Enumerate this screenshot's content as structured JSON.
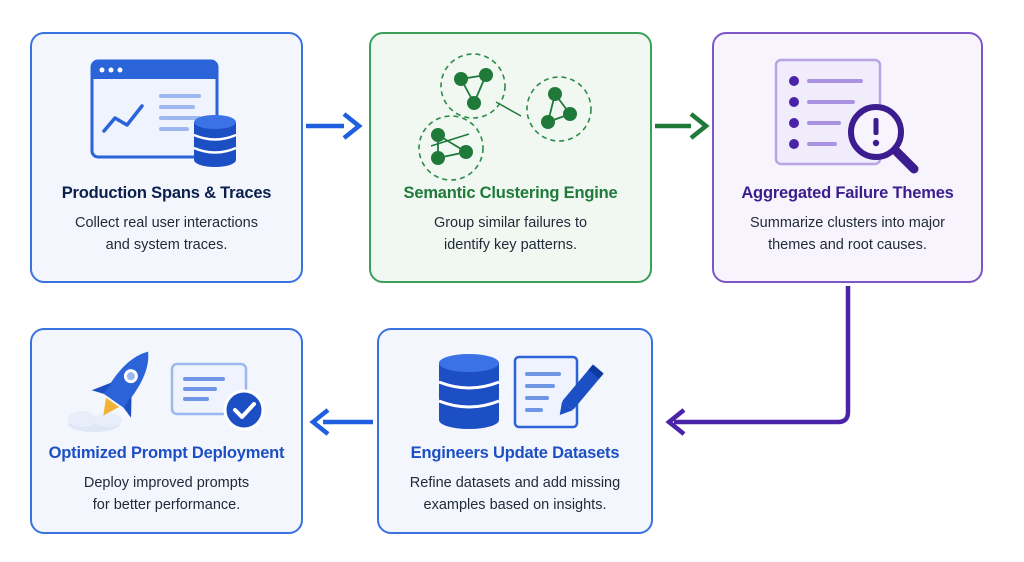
{
  "steps": [
    {
      "title": "Production Spans & Traces",
      "desc1": "Collect real user interactions",
      "desc2": "and system traces."
    },
    {
      "title": "Semantic Clustering Engine",
      "desc1": "Group similar failures to",
      "desc2": "identify key patterns."
    },
    {
      "title": "Aggregated Failure Themes",
      "desc1": "Summarize clusters into major",
      "desc2": "themes and root causes."
    },
    {
      "title": "Optimized Prompt Deployment",
      "desc1": "Deploy improved prompts",
      "desc2": "for better performance."
    },
    {
      "title": "Engineers Update Datasets",
      "desc1": "Refine datasets and add missing",
      "desc2": "examples based on insights."
    }
  ],
  "icons": [
    "browser-chart-icon",
    "database-icon",
    "cluster-nodes-icon",
    "checklist-icon",
    "magnifier-alert-icon",
    "rocket-icon",
    "document-check-icon",
    "document-pencil-icon"
  ],
  "colors": {
    "blue": "#1d4fc4",
    "green": "#1f7a3a",
    "purple": "#3b1d8f",
    "arrow_blue": "#1f5fe0",
    "arrow_green": "#1f7a3a",
    "arrow_purple": "#4b23a8"
  }
}
